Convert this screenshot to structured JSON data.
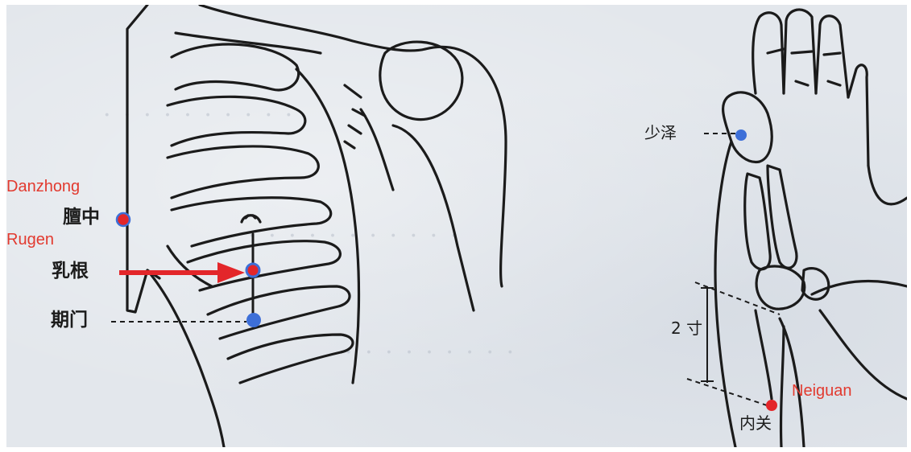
{
  "points": {
    "danzhong": {
      "cn": "膻中",
      "en": "Danzhong"
    },
    "rugen": {
      "cn": "乳根",
      "en": "Rugen"
    },
    "qimen": {
      "cn": "期门"
    },
    "shaoze": {
      "cn": "少泽"
    },
    "neiguan": {
      "cn": "内关",
      "en": "Neiguan"
    }
  },
  "measure_label": "2 寸",
  "colors": {
    "paper": "#e3e7ec",
    "line": "#1b1b1b",
    "red_point": "#e3262a",
    "blue_point": "#3d6fd8",
    "red_text": "#e23a2f"
  }
}
